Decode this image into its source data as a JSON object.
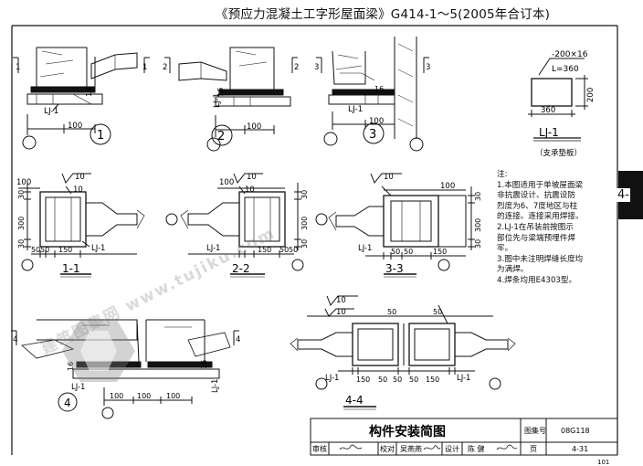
{
  "header": {
    "title": "《预应力混凝土工字形屋面梁》G414-1～5(2005年合订本)"
  },
  "tab": {
    "label": "4-"
  },
  "plate": {
    "title": "LJ-1",
    "spec": "-200×16",
    "length": "L=360",
    "dim_vertical": "200",
    "dim_horizontal": "360",
    "caption": "（支承垫板）"
  },
  "details": {
    "d1": "1",
    "d2": "2",
    "d3": "3",
    "d4": "4",
    "plate_label": "LJ-1",
    "weld_16": "16",
    "dim_100": "100"
  },
  "sections": {
    "s11": "1-1",
    "s22": "2-2",
    "s33": "3-3",
    "s44": "4-4",
    "weld_10": "10",
    "dims": {
      "d100": "100",
      "d30": "30",
      "d300": "300",
      "d50": "50",
      "d150": "150"
    }
  },
  "notes": {
    "heading": "注:",
    "lines": [
      "1.本图适用于单坡屋面梁",
      "非抗震设计、抗震设防",
      "烈度为6、7度地区与柱",
      "的连接。连接采用焊接。",
      "2.LJ-1在吊装前按图示",
      "部位先与梁端预埋件焊",
      "牢。",
      "3.图中未注明焊缝长度均",
      "为满焊。",
      "4.焊条均用E4303型。"
    ]
  },
  "title_block": {
    "title": "构件安装简图",
    "atlas_label": "图集号",
    "atlas_no": "08G118",
    "page_label": "页",
    "page_no": "4-31",
    "review_label": "审核",
    "check_label": "校对",
    "design_label": "设计",
    "check_name": "吴燕燕",
    "design_name": "陈 健",
    "page_bottom": "101"
  },
  "watermark": {
    "text": "建筑图集网 www.tujiku.com"
  }
}
